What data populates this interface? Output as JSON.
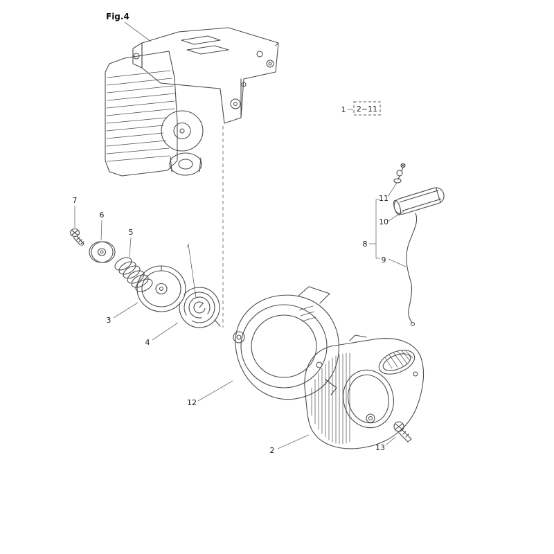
{
  "figure": {
    "label": "Fig.4"
  },
  "callout": {
    "number": "1",
    "range": "2~11"
  },
  "part_labels": {
    "n2": "2",
    "n3": "3",
    "n4": "4",
    "n5": "5",
    "n6": "6",
    "n7": "7",
    "n8": "8",
    "n9": "9",
    "n10": "10",
    "n11": "11",
    "n12": "12",
    "n13": "13"
  },
  "colors": {
    "line": "#4a4a4a",
    "leader": "#6b6b6b",
    "label": "#1a1a1a",
    "background": "#ffffff"
  }
}
